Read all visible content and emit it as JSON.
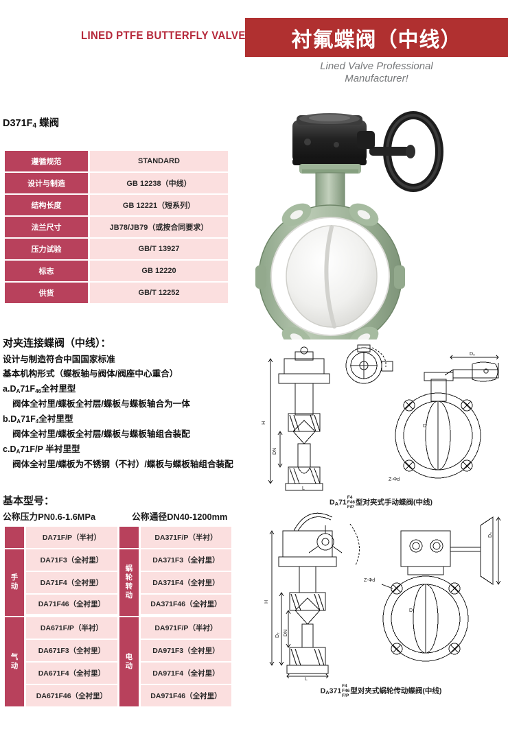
{
  "header": {
    "english_title": "LINED PTFE BUTTERFLY VALVE",
    "chinese_title": "衬氟蝶阀（中线）",
    "tagline_line1": "Lined Valve Professional",
    "tagline_line2": "Manufacturer!",
    "band_color": "#b03030",
    "english_title_color": "#b5283a",
    "tagline_color": "#77797b"
  },
  "product": {
    "model_title_main": "D371F",
    "model_title_sub": "4",
    "model_title_suffix": " 蝶阀"
  },
  "spec_table": {
    "rows": [
      {
        "label": "遵循规范",
        "value": "STANDARD"
      },
      {
        "label": "设计与制造",
        "value": "GB 12238（中线）"
      },
      {
        "label": "结构长度",
        "value": "GB 12221（短系列）"
      },
      {
        "label": "法兰尺寸",
        "value": "JB78/JB79（或按合同要求）"
      },
      {
        "label": "压力试验",
        "value": "GB/T 13927"
      },
      {
        "label": "标志",
        "value": "GB 12220"
      },
      {
        "label": "供货",
        "value": "GB/T 12252"
      }
    ],
    "label_bg": "#b8415c",
    "value_bg": "#fbdfdf"
  },
  "description": {
    "heading": "对夹连接蝶阀（中线）：",
    "line1": "设计与制造符合中国国家标准",
    "line2": "基本机构形式（蝶板轴与阀体/阀座中心重合）",
    "item_a_prefix": "a.D",
    "item_a_sub1": "A",
    "item_a_mid": "71F",
    "item_a_sub2": "46",
    "item_a_suffix": "全衬里型",
    "item_a_detail": "阀体全衬里/蝶板全衬层/蝶板与蝶板轴合为一体",
    "item_b_prefix": "b.D",
    "item_b_sub1": "A",
    "item_b_mid": "71F",
    "item_b_sub2": "4",
    "item_b_suffix": "全衬里型",
    "item_b_detail": "阀体全衬里/蝶板全衬层/蝶板与蝶板轴组合装配",
    "item_c_prefix": "c.D",
    "item_c_sub1": "A",
    "item_c_mid": "71F/P 半衬里型",
    "item_c_detail": "阀体全衬里/蝶板为不锈钢（不衬）/蝶板与蝶板轴组合装配"
  },
  "basic_model": {
    "heading": "基本型号：",
    "pressure": "公称压力PN0.6-1.6MPa",
    "diameter": "公称通径DN40-1200mm",
    "categories": {
      "manual": "手动",
      "worm_gear": "蜗轮转动",
      "pneumatic": "气动",
      "electric": "电动"
    },
    "rows": [
      {
        "left": "DA71F/P（半衬）",
        "right": "DA371F/P（半衬）"
      },
      {
        "left": "DA71F3（全衬里）",
        "right": "DA371F3（全衬里）"
      },
      {
        "left": "DA71F4（全衬里）",
        "right": "DA371F4（全衬里）"
      },
      {
        "left": "DA71F46（全衬里）",
        "right": "DA371F46（全衬里）"
      },
      {
        "left": "DA671F/P（半衬）",
        "right": "DA971F/P（半衬）"
      },
      {
        "left": "DA671F3（全衬里）",
        "right": "DA971F3（全衬里）"
      },
      {
        "left": "DA671F4（全衬里）",
        "right": "DA971F4（全衬里）"
      },
      {
        "left": "DA671F46（全衬里）",
        "right": "DA971F46（全衬里）"
      }
    ]
  },
  "photo": {
    "alt_name": "lined-ptfe-butterfly-valve-with-gear-operator",
    "body_color": "#9fb49a",
    "lining_color": "#f4f4f2",
    "operator_color": "#2b2b2b"
  },
  "drawing_manual": {
    "caption_prefix": "D",
    "caption_sub_a": "A",
    "caption_mid": "71",
    "caption_frac_top": "F4",
    "caption_frac_mid": "F46",
    "caption_frac_bot": "F/P",
    "caption_suffix": "型对夹式手动蝶阀(中线)",
    "dim_labels": [
      "H",
      "DN",
      "D",
      "D₀",
      "Z-Φd",
      "L"
    ]
  },
  "drawing_worm": {
    "caption_prefix": "D",
    "caption_sub_a": "A",
    "caption_mid": "371",
    "caption_frac_top": "F4",
    "caption_frac_mid": "F46",
    "caption_frac_bot": "F/P",
    "caption_suffix": "型对夹式蜗轮传动蝶阀(中线)",
    "dim_labels": [
      "H",
      "D₂",
      "DN",
      "L",
      "D",
      "D₀",
      "Z-Φd"
    ]
  }
}
